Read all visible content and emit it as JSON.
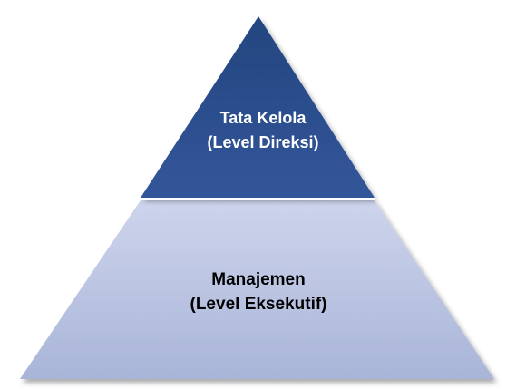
{
  "pyramid": {
    "top_tier": {
      "line1": "Tata Kelola",
      "line2": "(Level Direksi)",
      "fill_color": "#2f4f8c",
      "text_color": "#ffffff"
    },
    "bottom_tier": {
      "line1": "Manajemen",
      "line2": "(Level Eksekutif)",
      "fill_color": "#bac4e2",
      "text_color": "#000000"
    }
  }
}
